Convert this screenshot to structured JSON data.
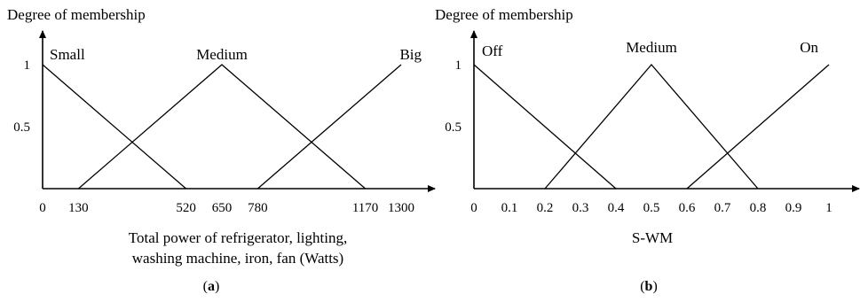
{
  "chart_data": [
    {
      "type": "line",
      "ylabel": "Degree of membership",
      "xlabel_lines": [
        "Total power of refrigerator, lighting,",
        "washing machine, iron, fan (Watts)"
      ],
      "caption_open": "(",
      "caption_letter": "a",
      "caption_close": ")",
      "xlim": [
        0,
        1300
      ],
      "ylim": [
        0,
        1
      ],
      "x_ticks": [
        {
          "v": 0,
          "label": "0"
        },
        {
          "v": 130,
          "label": "130"
        },
        {
          "v": 520,
          "label": "520"
        },
        {
          "v": 650,
          "label": "650"
        },
        {
          "v": 780,
          "label": "780"
        },
        {
          "v": 1170,
          "label": "1170"
        },
        {
          "v": 1300,
          "label": "1300"
        }
      ],
      "y_ticks": [
        {
          "v": 1,
          "label": "1"
        },
        {
          "v": 0.5,
          "label": "0.5"
        }
      ],
      "series": [
        {
          "name": "Small",
          "points": [
            [
              0,
              1
            ],
            [
              520,
              0
            ]
          ]
        },
        {
          "name": "Medium",
          "points": [
            [
              130,
              0
            ],
            [
              650,
              1
            ],
            [
              1170,
              0
            ]
          ]
        },
        {
          "name": "Big",
          "points": [
            [
              780,
              0
            ],
            [
              1300,
              1
            ]
          ]
        }
      ]
    },
    {
      "type": "line",
      "ylabel": "Degree of membership",
      "xlabel_lines": [
        "S-WM"
      ],
      "caption_open": "(",
      "caption_letter": "b",
      "caption_close": ")",
      "xlim": [
        0,
        1
      ],
      "ylim": [
        0,
        1
      ],
      "x_ticks": [
        {
          "v": 0,
          "label": "0"
        },
        {
          "v": 0.1,
          "label": "0.1"
        },
        {
          "v": 0.2,
          "label": "0.2"
        },
        {
          "v": 0.3,
          "label": "0.3"
        },
        {
          "v": 0.4,
          "label": "0.4"
        },
        {
          "v": 0.5,
          "label": "0.5"
        },
        {
          "v": 0.6,
          "label": "0.6"
        },
        {
          "v": 0.7,
          "label": "0.7"
        },
        {
          "v": 0.8,
          "label": "0.8"
        },
        {
          "v": 0.9,
          "label": "0.9"
        },
        {
          "v": 1,
          "label": "1"
        }
      ],
      "y_ticks": [
        {
          "v": 1,
          "label": "1"
        },
        {
          "v": 0.5,
          "label": "0.5"
        }
      ],
      "series": [
        {
          "name": "Off",
          "points": [
            [
              0,
              1
            ],
            [
              0.4,
              0
            ]
          ]
        },
        {
          "name": "Medium",
          "points": [
            [
              0.2,
              0
            ],
            [
              0.5,
              1
            ],
            [
              0.8,
              0
            ]
          ]
        },
        {
          "name": "On",
          "points": [
            [
              0.6,
              0
            ],
            [
              1,
              1
            ]
          ]
        }
      ]
    }
  ]
}
